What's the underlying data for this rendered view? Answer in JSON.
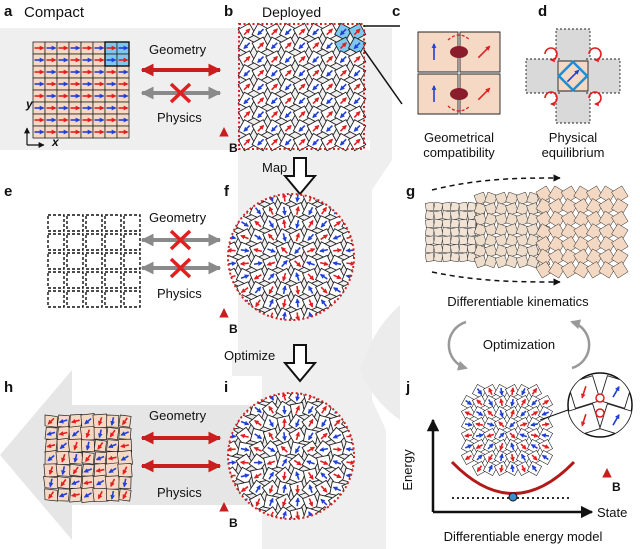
{
  "panels": {
    "a": {
      "letter": "a",
      "title": "Compact",
      "geometry": "Geometry",
      "physics": "Physics",
      "axis_y": "y",
      "axis_x": "x",
      "field": "B"
    },
    "b": {
      "letter": "b",
      "title": "Deployed",
      "field": "B"
    },
    "c": {
      "letter": "c",
      "caption_1": "Geometrical",
      "caption_2": "compatibility"
    },
    "d": {
      "letter": "d",
      "caption_1": "Physical",
      "caption_2": "equilibrium"
    },
    "map": {
      "label": "Map"
    },
    "e": {
      "letter": "e",
      "geometry": "Geometry",
      "physics": "Physics"
    },
    "f": {
      "letter": "f",
      "field": "B"
    },
    "g": {
      "letter": "g",
      "caption": "Differentiable kinematics"
    },
    "loop": {
      "label": "Optimization"
    },
    "optimize": {
      "label": "Optimize"
    },
    "h": {
      "letter": "h"
    },
    "i": {
      "letter": "i",
      "field": "B"
    },
    "hi_labels": {
      "geometry": "Geometry",
      "physics": "Physics"
    },
    "j": {
      "letter": "j",
      "ylabel": "Energy",
      "xlabel": "State",
      "caption": "Differentiable energy model",
      "field": "B"
    }
  },
  "colors": {
    "tile": "#f6d9c4",
    "tile_stroke": "#222222",
    "arrow_red": "#e02020",
    "arrow_blue": "#2040d8",
    "highlight": "#7ec8ef",
    "dotted_red": "#d42020",
    "bg_band": "#efefef",
    "match_arrow": "#c81e1e",
    "mismatch_arrow": "#8a8a8a",
    "curve": "#b21a1a"
  }
}
